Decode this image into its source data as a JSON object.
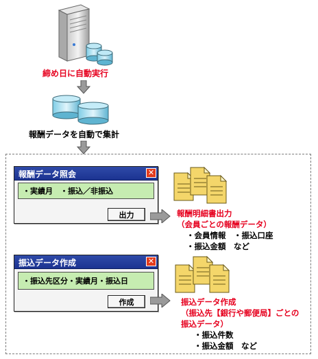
{
  "server": {
    "icon": "server-icon",
    "caption": "締め日に自動実行"
  },
  "aggregate": {
    "icon": "database-icon",
    "caption": "報酬データを自動で集計"
  },
  "dialogs": [
    {
      "title": "報酬データ照会",
      "close": "✕",
      "field": "・実績月　・振込／非振込",
      "button": "出力"
    },
    {
      "title": "振込データ作成",
      "close": "✕",
      "field": "・振込先区分・実績月・振込日",
      "button": "作成"
    }
  ],
  "outputs": [
    {
      "icon": "documents-icon",
      "title_lines": [
        "報酬明細書出力",
        "（会員ごとの報酬データ）"
      ],
      "items": [
        "・会員情報　・振込口座",
        "・振込金額　など"
      ]
    },
    {
      "icon": "documents-icon",
      "title_lines": [
        "振込データ作成",
        "（振込先【銀行や郵便局】ごとの",
        "振込データ）"
      ],
      "items": [
        "・振込件数",
        "・振込金額　など"
      ]
    }
  ],
  "colors": {
    "caption_red": "#e6001e",
    "titlebar_blue": "#1c3391",
    "field_green": "#c6ecb1",
    "close_red": "#e33b1c",
    "arrow_gray": "#9a9a9a",
    "doc_yellow": "#f4d66a"
  }
}
